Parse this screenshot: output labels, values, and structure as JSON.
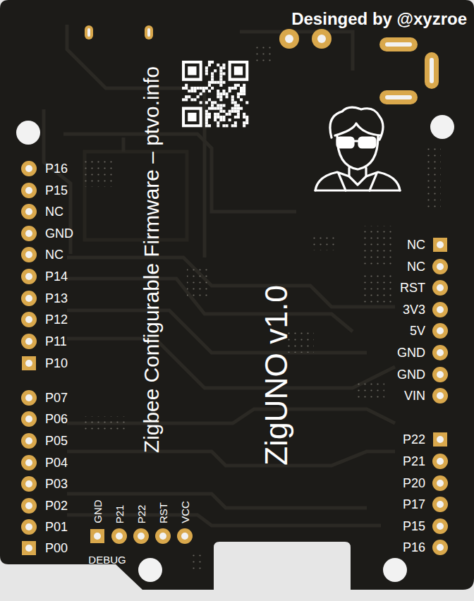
{
  "diagram": {
    "title": "ZigUNO v1.0",
    "labels": [
      "Desinged by @xyzroe",
      "Zigbee Configurable Firmware – ptvo.info",
      "P16",
      "P15",
      "NC",
      "GND",
      "NC",
      "P14",
      "P13",
      "P12",
      "P11",
      "P10",
      "P07",
      "P06",
      "P05",
      "P04",
      "P03",
      "P02",
      "P01",
      "P00",
      "NC",
      "NC",
      "RST",
      "3V3",
      "5V",
      "GND",
      "GND",
      "VIN",
      "P22",
      "P21",
      "P20",
      "P17",
      "P15",
      "P16",
      "GND",
      "P21",
      "P22",
      "RST",
      "VCC",
      "DEBUG"
    ]
  }
}
